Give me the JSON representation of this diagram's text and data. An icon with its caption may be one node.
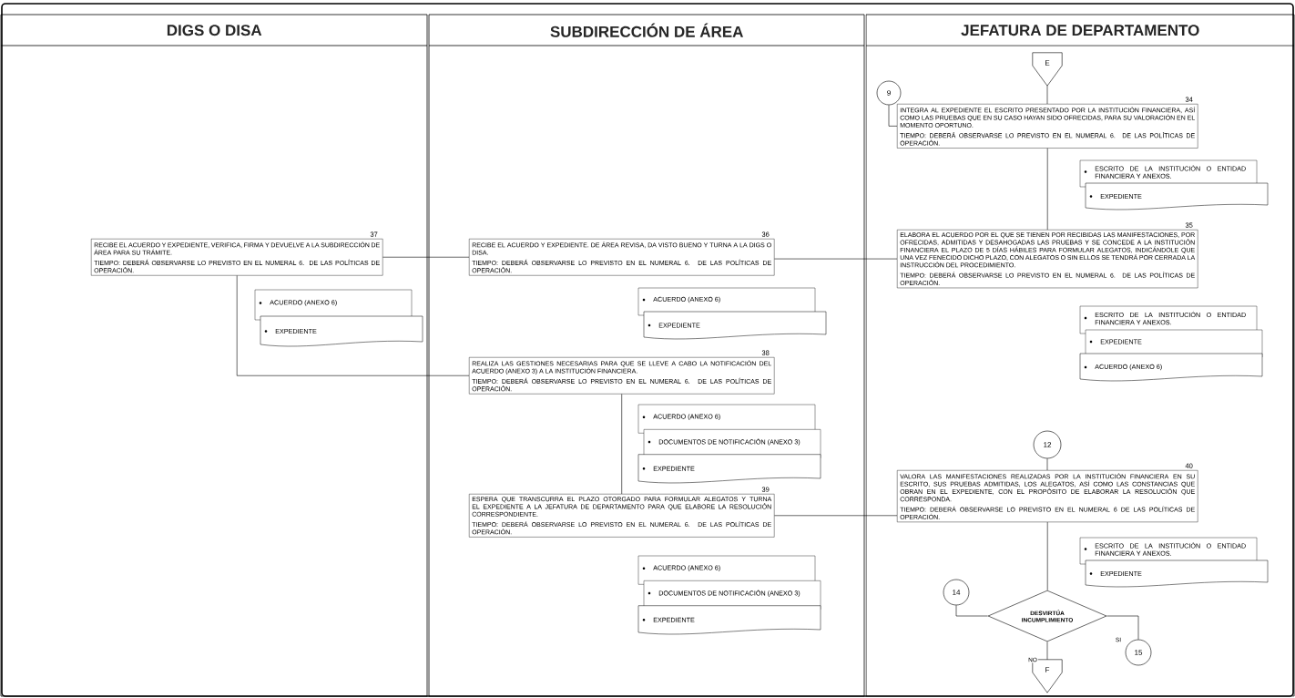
{
  "diagram": {
    "nodes": [
      {
        "text": [
          "DIGS O DISA"
        ]
      },
      {
        "text": [
          "SUBDIRECCIÓN DE ÁREA"
        ]
      },
      {
        "text": [
          "JEFATURA DE DEPARTAMENTO"
        ]
      },
      {
        "text": [
          "RECIBE EL ACUERDO Y EXPEDIENTE, VERIFICA, FIRMA Y DEVUELVE A LA SUBDIRECCIÓN DE ÁREA PARA SU TRÁMITE.",
          "TIEMPO: DEBERÁ OBSERVARSE LO PREVISTO EN EL NUMERAL 6. DE LAS POLÍTICAS DE OPERACIÓN."
        ],
        "beside": [
          "37"
        ],
        "in": 0
      },
      {
        "text": [
          "ACUERDO (ANEXO 6)",
          "EXPEDIENTE"
        ],
        "in": 0
      },
      {
        "text": [
          "RECIBE EL ACUERDO Y EXPEDIENTE. DE ÁREA REVISA, DA VISTO BUENO Y TURNA A LA DIGS O DISA.",
          "TIEMPO: DEBERÁ OBSERVARSE LO PREVISTO EN EL NUMERAL 6. DE LAS POLÍTICAS DE OPERACIÓN."
        ],
        "beside": [
          "36"
        ],
        "in": 1
      },
      {
        "text": [
          "ACUERDO (ANEXO 6)",
          "EXPEDIENTE"
        ],
        "in": 1
      },
      {
        "text": [
          "REALIZA LAS GESTIONES NECESARIAS PARA QUE SE LLEVE A CABO LA NOTIFICACIÓN DEL ACUERDO (ANEXO 3) A LA INSTITUCIÓN FINANCIERA.",
          "TIEMPO: DEBERÁ OBSERVARSE LO PREVISTO EN EL NUMERAL 6. DE LAS POLÍTICAS DE OPERACIÓN."
        ],
        "beside": [
          "38"
        ],
        "in": 1
      },
      {
        "text": [
          "ACUERDO (ANEXO 6)",
          "DOCUMENTOS DE NOTIFICACIÓN (ANEXO 3)",
          "EXPEDIENTE"
        ],
        "in": 1
      },
      {
        "text": [
          "ESPERA QUE TRANSCURRA EL PLAZO OTORGADO PARA FORMULAR ALEGATOS Y TURNA EL EXPEDIENTE A LA JEFATURA DE DEPARTAMENTO PARA QUE ELABORE LA RESOLUCIÓN CORRESPONDIENTE.",
          "TIEMPO: DEBERÁ OBSERVARSE LO PREVISTO EN EL NUMERAL 6. DE LAS POLÍTICAS DE OPERACIÓN."
        ],
        "beside": [
          "39"
        ],
        "in": 1
      },
      {
        "text": [
          "ACUERDO (ANEXO 6)",
          "DOCUMENTOS DE NOTIFICACIÓN (ANEXO 3)",
          "EXPEDIENTE"
        ],
        "in": 1
      },
      {
        "text": [
          "E"
        ],
        "in": 2
      },
      {
        "text": [
          "9"
        ],
        "in": 2
      },
      {
        "text": [
          "INTEGRA AL EXPEDIENTE EL ESCRITO PRESENTADO POR LA INSTITUCIÓN FINANCIERA, ASÍ COMO LAS PRUEBAS QUE EN SU CASO HAYAN SIDO OFRECIDAS, PARA SU VALORACIÓN EN EL MOMENTO OPORTUNO.",
          "TIEMPO: DEBERÁ OBSERVARSE LO PREVISTO EN EL NUMERAL 6. DE LAS POLÍTICAS DE OPERACIÓN."
        ],
        "beside": [
          "34"
        ],
        "in": 2
      },
      {
        "text": [
          "ESCRITO DE LA INSTITUCIÓN O ENTIDAD FINANCIERA Y ANEXOS.",
          "EXPEDIENTE"
        ],
        "in": 2
      },
      {
        "text": [
          "ELABORA EL ACUERDO POR EL QUE SE TIENEN POR RECIBIDAS LAS MANIFESTACIONES, POR OFRECIDAS, ADMITIDAS Y DESAHOGADAS LAS PRUEBAS Y SE CONCEDE A LA INSTITUCIÓN FINANCIERA EL PLAZO DE 5 DÍAS HÁBILES PARA FORMULAR ALEGATOS, INDICÁNDOLE QUE UNA VEZ FENECIDO DICHO PLAZO, CON ALEGATOS O SIN ELLOS SE TENDRÁ POR CERRADA LA INSTRUCCIÓN DEL PROCEDIMIENTO.",
          "TIEMPO: DEBERÁ OBSERVARSE LO PREVISTO EN EL NUMERAL 6. DE LAS POLÍTICAS DE OPERACIÓN."
        ],
        "beside": [
          "35"
        ],
        "in": 2
      },
      {
        "text": [
          "ESCRITO DE LA INSTITUCIÓN O ENTIDAD FINANCIERA Y ANEXOS.",
          "EXPEDIENTE",
          "ACUERDO (ANEXO 6)"
        ],
        "in": 2
      },
      {
        "text": [
          "12"
        ],
        "in": 2
      },
      {
        "text": [
          "VALORA LAS MANIFESTACIONES REALIZADAS POR LA INSTITUCIÓN FINANCIERA EN SU ESCRITO, SUS PRUEBAS ADMITIDAS, LOS ALEGATOS, ASÍ COMO LAS CONSTANCIAS QUE OBRAN EN EL EXPEDIENTE, CON EL PROPÓSITO DE ELABORAR LA RESOLUCIÓN QUE CORRESPONDA.",
          "TIEMPO: DEBERÁ OBSERVARSE LO PREVISTO EN EL NUMERAL 6 DE LAS POLÍTICAS DE OPERACIÓN."
        ],
        "beside": [
          "40"
        ],
        "in": 2
      },
      {
        "text": [
          "ESCRITO DE LA INSTITUCIÓN O ENTIDAD FINANCIERA Y ANEXOS.",
          "EXPEDIENTE"
        ],
        "in": 2
      },
      {
        "text": [
          "DESVIRTÚA INCUMPLIMIENTO"
        ],
        "in": 2
      },
      {
        "text": [
          "14"
        ],
        "in": 2
      },
      {
        "text": [
          "15"
        ],
        "in": 2
      },
      {
        "text": [
          "F"
        ],
        "in": 2
      }
    ],
    "edges": [
      {
        "from": 11,
        "to": 13,
        "arrow": "none"
      },
      {
        "from": 12,
        "to": 13,
        "arrow": "none"
      },
      {
        "from": 13,
        "to": 15,
        "arrow": "none"
      },
      {
        "from": 15,
        "to": 5,
        "arrow": "none"
      },
      {
        "from": 5,
        "to": 3,
        "arrow": "none"
      },
      {
        "from": 3,
        "to": 7,
        "arrow": "none"
      },
      {
        "from": 7,
        "to": 9,
        "arrow": "none"
      },
      {
        "from": 9,
        "to": 18,
        "arrow": "none"
      },
      {
        "from": 17,
        "to": 18,
        "arrow": "none"
      },
      {
        "from": 18,
        "to": 20,
        "arrow": "none"
      },
      {
        "from": 20,
        "to": 21,
        "arrow": "none"
      },
      {
        "from": 20,
        "to": 22,
        "label": "SI",
        "arrow": "none"
      },
      {
        "from": 20,
        "to": 23,
        "label": "NO",
        "arrow": "none"
      }
    ]
  }
}
